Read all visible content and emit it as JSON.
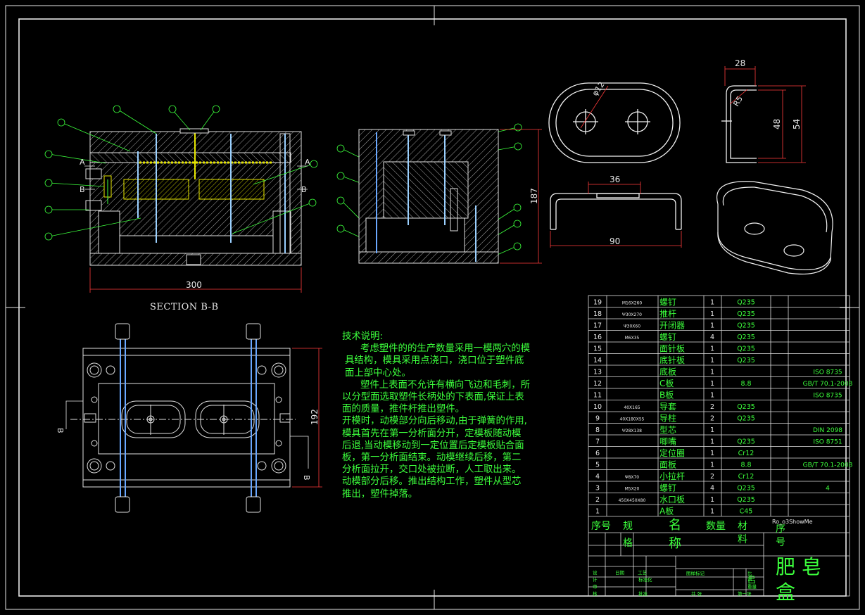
{
  "section_label": "SECTION B-B",
  "tech_notes": {
    "heading": "技术说明:",
    "lines": [
      "考虑塑件的的生产数量采用一模两穴的模",
      "具结构，模具采用点浇口，浇口位于塑件底",
      "面上部中心处。",
      "塑件上表面不允许有横向飞边和毛刺，所",
      "以分型面选取塑件长柄处的下表面,保证上表",
      "面的质量，推件杆推出塑件。",
      "开模时，动模部分向后移动,由于弹簧的作用,",
      "模具首先在第一分析面分开，定模板随动模",
      "后退,当动模移动到一定位置后定模板贴合面",
      "板，第一分析面结束。动模继续后移，第二",
      "分析面拉开，交口处被拉断，人工取出来。",
      "动模部分后移。推出结构工作，塑件从型芯",
      "推出，塑件掉落。"
    ]
  },
  "dimensions": {
    "main_width": "300",
    "plan_height": "192",
    "side_height": "187",
    "part_top_dia": "φ12",
    "part_width": "28",
    "part_radius": "R5",
    "part_h1": "48",
    "part_h2": "54",
    "part_gap": "36",
    "part_length": "90",
    "sec_a": "A",
    "sec_b": "B"
  },
  "bom": {
    "rows": [
      {
        "no": "19",
        "spec": "M16X260",
        "name": "螺钉",
        "qty": "1",
        "mat": "Q235",
        "std": ""
      },
      {
        "no": "18",
        "spec": "Ψ30X270",
        "name": "推杆",
        "qty": "1",
        "mat": "Q235",
        "std": ""
      },
      {
        "no": "17",
        "spec": "Ψ30X60",
        "name": "开闭器",
        "qty": "1",
        "mat": "Q235",
        "std": ""
      },
      {
        "no": "16",
        "spec": "M6X35",
        "name": "螺钉",
        "qty": "4",
        "mat": "Q235",
        "std": ""
      },
      {
        "no": "15",
        "spec": "",
        "name": "面针板",
        "qty": "1",
        "mat": "Q235",
        "std": ""
      },
      {
        "no": "14",
        "spec": "",
        "name": "底针板",
        "qty": "1",
        "mat": "Q235",
        "std": ""
      },
      {
        "no": "13",
        "spec": "",
        "name": "底板",
        "qty": "1",
        "mat": "",
        "std": "ISO 8735"
      },
      {
        "no": "12",
        "spec": "",
        "name": "C板",
        "qty": "1",
        "mat": "8.8",
        "std": "GB/T 70.1-2008"
      },
      {
        "no": "11",
        "spec": "",
        "name": "B板",
        "qty": "1",
        "mat": "",
        "std": "ISO 8735"
      },
      {
        "no": "10",
        "spec": "40X165",
        "name": "导套",
        "qty": "2",
        "mat": "Q235",
        "std": ""
      },
      {
        "no": "9",
        "spec": "40X180X55",
        "name": "导柱",
        "qty": "2",
        "mat": "Q235",
        "std": ""
      },
      {
        "no": "8",
        "spec": "Ψ28X138",
        "name": "型芯",
        "qty": "1",
        "mat": "",
        "std": "DIN 2098"
      },
      {
        "no": "7",
        "spec": "",
        "name": "唧嘴",
        "qty": "1",
        "mat": "Q235",
        "std": "ISO 8751"
      },
      {
        "no": "6",
        "spec": "",
        "name": "定位圈",
        "qty": "1",
        "mat": "Cr12",
        "std": ""
      },
      {
        "no": "5",
        "spec": "",
        "name": "面板",
        "qty": "1",
        "mat": "8.8",
        "std": "GB/T 70.1-2008"
      },
      {
        "no": "4",
        "spec": "Ψ8X70",
        "name": "小拉杆",
        "qty": "2",
        "mat": "Cr12",
        "std": ""
      },
      {
        "no": "3",
        "spec": "M5X20",
        "name": "螺钉",
        "qty": "4",
        "mat": "Q235",
        "std": "4"
      },
      {
        "no": "2",
        "spec": "450X450X80",
        "name": "水口板",
        "qty": "1",
        "mat": "Q235",
        "std": ""
      },
      {
        "no": "1",
        "spec": "",
        "name": "A板",
        "qty": "1",
        "mat": "C45",
        "std": ""
      }
    ],
    "header": {
      "no": "序号",
      "spec": "规",
      "spec2": "格",
      "name": "名",
      "name2": "称",
      "qty": "数量",
      "mat": "材",
      "mat2": "料",
      "seq": "序",
      "seq2": "号",
      "brand": "Ro_o3ShowMe"
    }
  },
  "title_block": {
    "title_line1": "肥 皂",
    "title_line2": "盒",
    "small_labels": [
      "设",
      "计",
      "审",
      "核",
      "工艺",
      "日期",
      "标准化",
      "批准",
      "图样标记",
      "共 张",
      "第一张",
      "比",
      "例",
      "重量",
      "吕"
    ]
  }
}
